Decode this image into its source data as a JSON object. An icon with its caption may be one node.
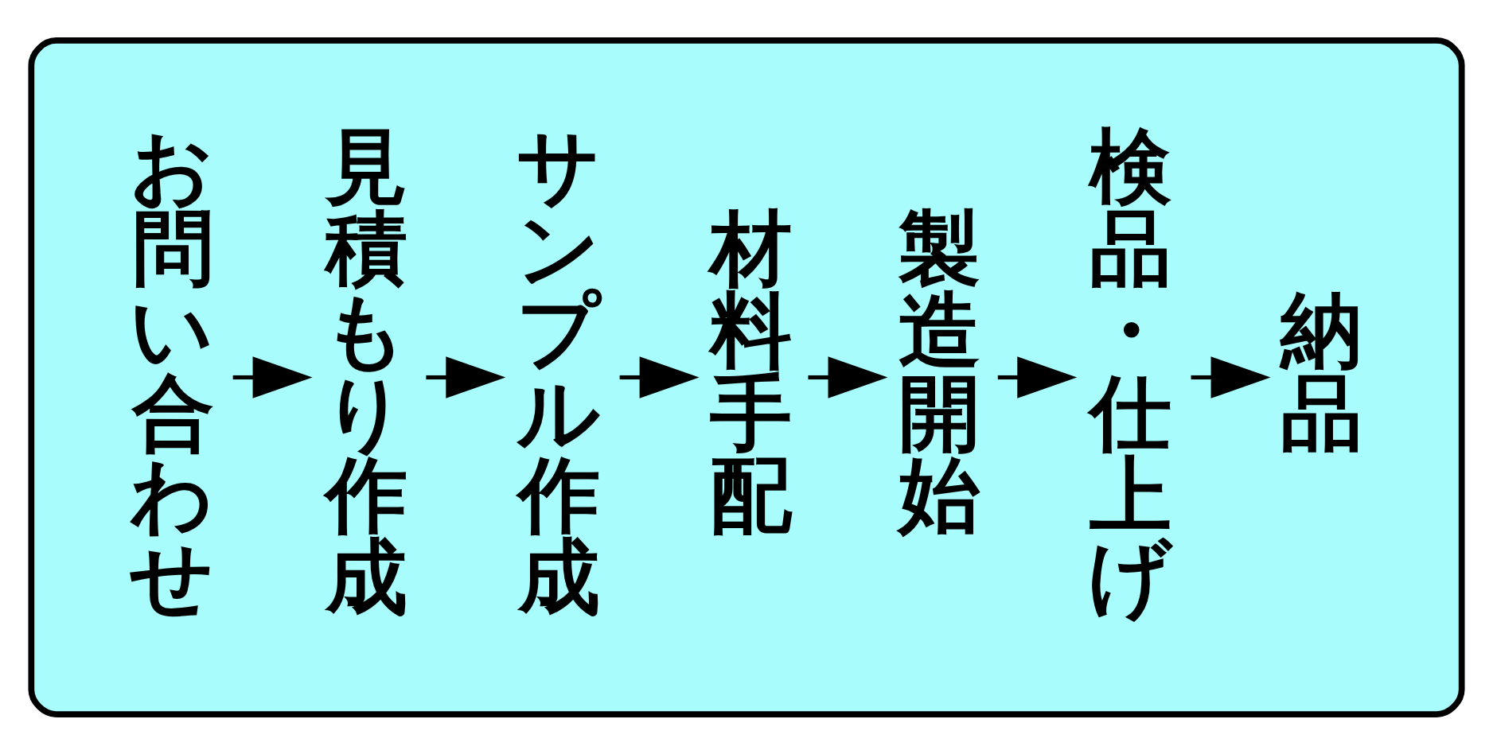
{
  "diagram": {
    "nodes": [
      {
        "text": [],
        "shape": "box"
      },
      {
        "text": [
          "お問い合わせ"
        ],
        "in": 0
      },
      {
        "text": [
          "見積もり作成"
        ],
        "in": 0
      },
      {
        "text": [
          "サンプル作成"
        ],
        "in": 0
      },
      {
        "text": [
          "材料手配"
        ],
        "in": 0
      },
      {
        "text": [
          "製造開始"
        ],
        "in": 0
      },
      {
        "text": [
          "検品・仕上げ"
        ],
        "in": 0
      },
      {
        "text": [
          "納品"
        ],
        "in": 0
      }
    ],
    "edges": [
      {
        "from": 1,
        "to": 2,
        "arrow": "to"
      },
      {
        "from": 2,
        "to": 3,
        "arrow": "to"
      },
      {
        "from": 3,
        "to": 4,
        "arrow": "to"
      },
      {
        "from": 4,
        "to": 5,
        "arrow": "to"
      },
      {
        "from": 5,
        "to": 6,
        "arrow": "to"
      },
      {
        "from": 6,
        "to": 7,
        "arrow": "to"
      }
    ]
  }
}
